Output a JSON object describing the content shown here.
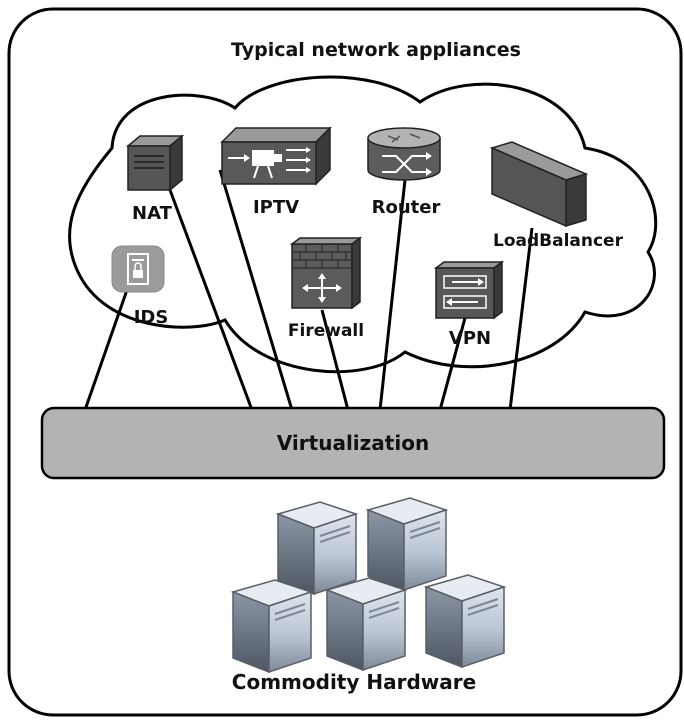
{
  "title": "Typical network appliances",
  "appliances": {
    "nat": "NAT",
    "iptv": "IPTV",
    "router": "Router",
    "load_balancer": "LoadBalancer",
    "ids": "IDS",
    "firewall": "Firewall",
    "vpn": "VPN"
  },
  "virtualization_label": "Virtualization",
  "hardware_label": "Commodity Hardware",
  "icons": [
    "server-icon",
    "iptv-icon",
    "router-icon",
    "load-balancer-icon",
    "ids-icon",
    "firewall-icon",
    "vpn-icon",
    "commodity-server-icon"
  ],
  "colors": {
    "appliance_fill": "#555555",
    "virtualization_bar": "#b3b3b3",
    "server_body": "#c8d2df"
  }
}
